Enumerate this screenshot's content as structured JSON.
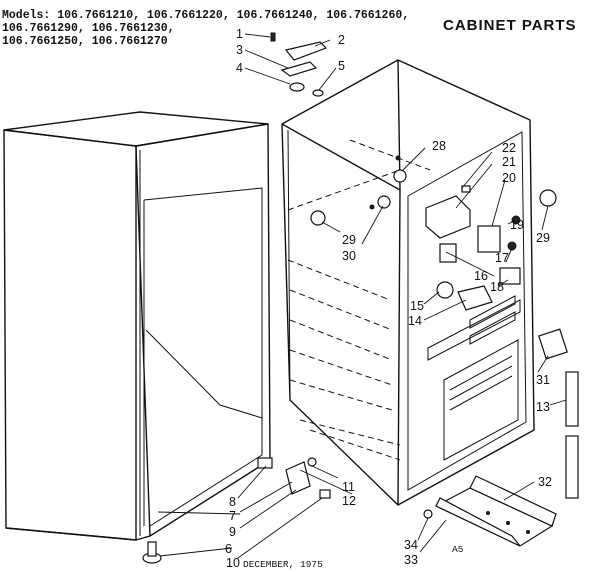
{
  "header": {
    "models_lines": [
      "Models: 106.7661210, 106.7661220, 106.7661240, 106.7661260,",
      "106.7661290, 106.7661230,",
      "106.7661250, 106.7661270"
    ],
    "title": "CABINET PARTS"
  },
  "callouts": [
    "1",
    "2",
    "3",
    "4",
    "5",
    "6",
    "7",
    "8",
    "9",
    "10",
    "11",
    "12",
    "13",
    "14",
    "15",
    "16",
    "17",
    "18",
    "19",
    "20",
    "21",
    "22",
    "28",
    "29",
    "29",
    "30",
    "31",
    "32",
    "33",
    "34"
  ],
  "footer": {
    "date": "DECEMBER, 1975",
    "code": "A5"
  }
}
